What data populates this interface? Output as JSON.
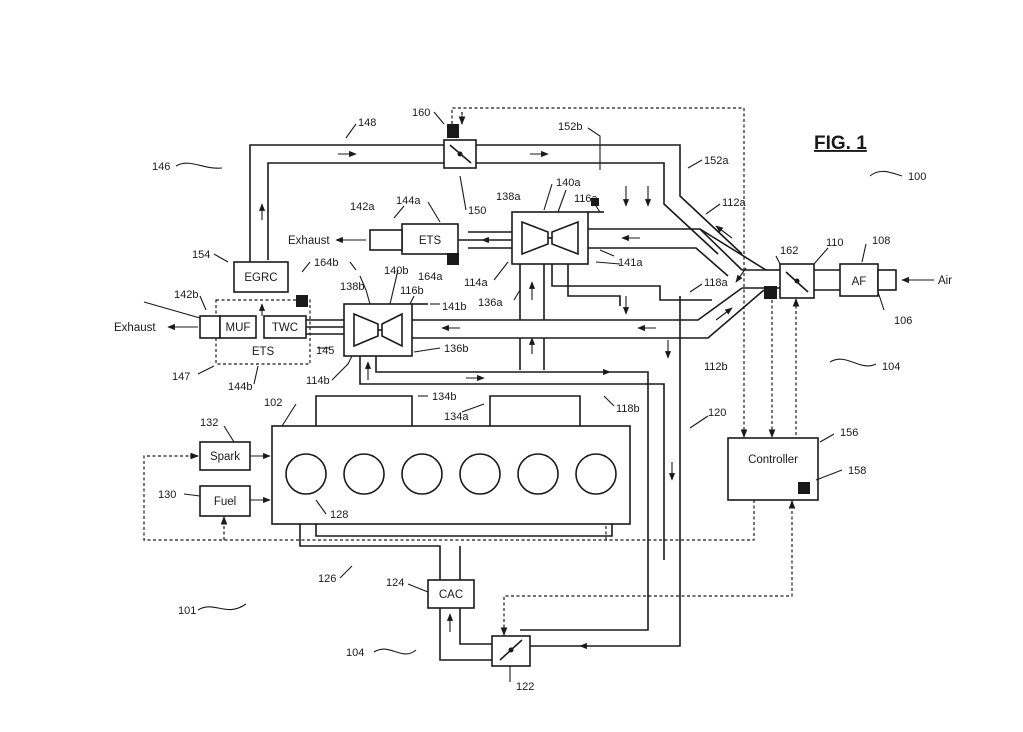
{
  "figure_title": "FIG. 1",
  "components": {
    "egrc": "EGRC",
    "ets_top": "ETS",
    "ets_bottom": "ETS",
    "muf": "MUF",
    "twc": "TWC",
    "spark": "Spark",
    "fuel": "Fuel",
    "controller": "Controller",
    "cac": "CAC",
    "af": "AF"
  },
  "text_labels": {
    "exhaust_top": "Exhaust",
    "exhaust_left": "Exhaust",
    "air": "Air"
  },
  "refs": {
    "r100": "100",
    "r101": "101",
    "r102": "102",
    "r104a": "104",
    "r104b": "104",
    "r106": "106",
    "r108": "108",
    "r110": "110",
    "r112a": "112a",
    "r112b": "112b",
    "r114a": "114a",
    "r114b": "114b",
    "r116a": "116a",
    "r116b": "116b",
    "r118a": "118a",
    "r118b": "118b",
    "r120": "120",
    "r122": "122",
    "r124": "124",
    "r126": "126",
    "r128": "128",
    "r130": "130",
    "r132": "132",
    "r134a": "134a",
    "r134b": "134b",
    "r136a": "136a",
    "r136b": "136b",
    "r138a": "138a",
    "r138b": "138b",
    "r140a": "140a",
    "r140b": "140b",
    "r141a": "141a",
    "r141b": "141b",
    "r142a": "142a",
    "r142b": "142b",
    "r144a": "144a",
    "r144b": "144b",
    "r145": "145",
    "r146": "146",
    "r147": "147",
    "r148": "148",
    "r150": "150",
    "r152a": "152a",
    "r152b": "152b",
    "r154": "154",
    "r156": "156",
    "r158": "158",
    "r160": "160",
    "r162": "162",
    "r164a": "164a",
    "r164b": "164b"
  }
}
